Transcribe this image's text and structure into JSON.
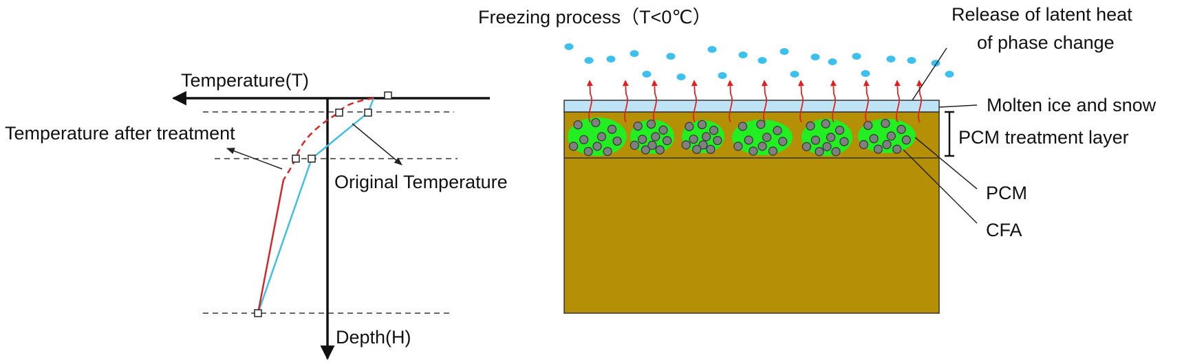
{
  "left_diagram": {
    "axis_temperature_label": "Temperature(T)",
    "axis_depth_label": "Depth(H)",
    "label_after_treatment": "Temperature after treatment",
    "label_original": "Original Temperature",
    "color_after_treatment": "#d62728",
    "color_original": "#40c0e0"
  },
  "right_diagram": {
    "title": "Freezing process（T<0℃）",
    "label_latent_heat_line1": "Release of latent heat",
    "label_latent_heat_line2": "of phase change",
    "label_molten": "Molten ice and snow",
    "label_pcm_layer": "PCM treatment layer",
    "label_pcm": "PCM",
    "label_cfa": "CFA",
    "color_soil": "#b58f06",
    "color_pcm": "#22ee22",
    "color_molten": "#bde3f5",
    "color_snow": "#3ec0ee",
    "color_heat_arrow": "#e02020",
    "color_cfa": "#808080"
  }
}
